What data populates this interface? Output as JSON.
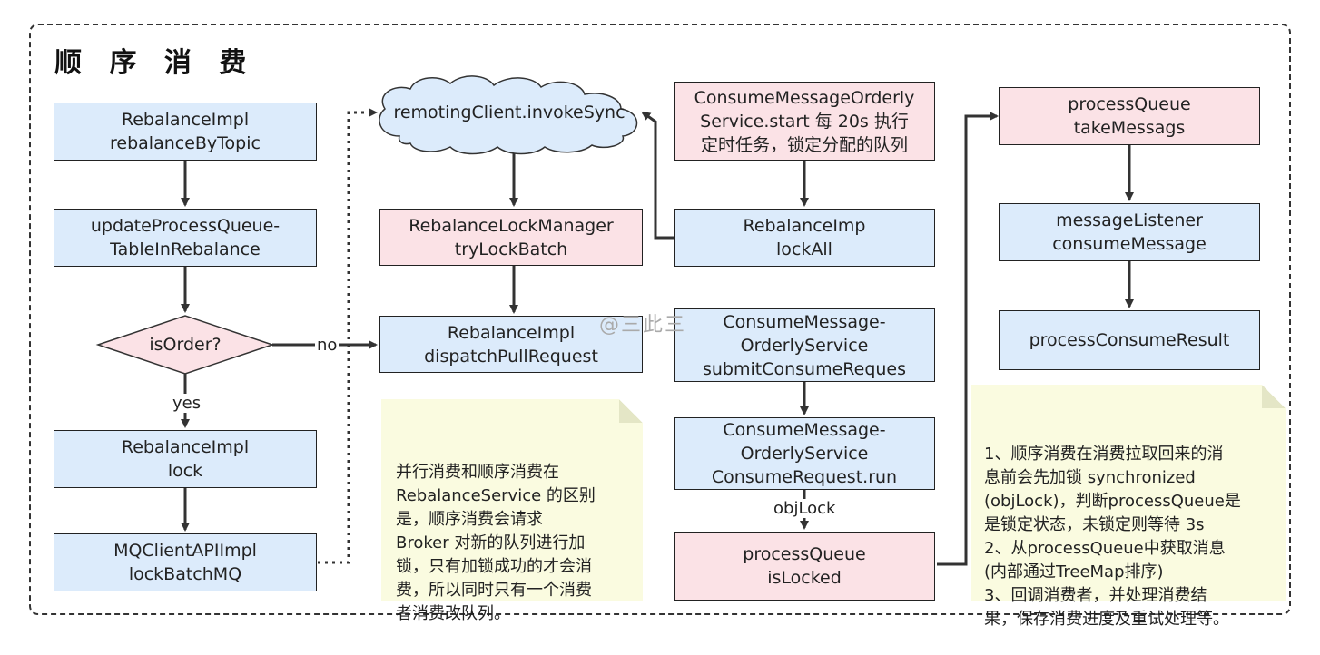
{
  "title": "顺 序 消 费",
  "nodes": {
    "rebalanceByTopic": "RebalanceImpl\nrebalanceByTopic",
    "updateProcessQueue": "updateProcessQueue-\nTableInRebalance",
    "isOrder": "isOrder?",
    "rebalanceLock": "RebalanceImpl\nlock",
    "lockBatchMQ": "MQClientAPIImpl\nlockBatchMQ",
    "invokeSync": "remotingClient.invokeSync",
    "tryLockBatch": "RebalanceLockManager\ntryLockBatch",
    "dispatchPull": "RebalanceImpl\ndispatchPullRequest",
    "serviceStart": "ConsumeMessageOrderly\nService.start 每 20s 执行\n定时任务，锁定分配的队列",
    "lockAll": "RebalanceImp\nlockAll",
    "submitConsume": "ConsumeMessage-\nOrderlyService\nsubmitConsumeReques",
    "consumeRequestRun": "ConsumeMessage-\nOrderlyService\nConsumeRequest.run",
    "isLocked": "processQueue\nisLocked",
    "takeMessags": "processQueue\ntakeMessags",
    "consumeMessage": "messageListener\nconsumeMessage",
    "processConsumeResult": "processConsumeResult"
  },
  "labels": {
    "no": "no",
    "yes": "yes",
    "objLock": "objLock"
  },
  "notes": {
    "left": "并行消费和顺序消费在\nRebalanceService 的区别\n是，顺序消费会请求\nBroker 对新的队列进行加\n锁，只有加锁成功的才会消\n费，所以同时只有一个消费\n者消费改队列。",
    "right": "1、顺序消费在消费拉取回来的消\n息前会先加锁 synchronized\n(objLock)，判断processQueue是\n是锁定状态，未锁定则等待 3s\n2、从processQueue中获取消息\n(内部通过TreeMap排序)\n3、回调消费者，并处理消费结\n果，保存消费进度及重试处理等。"
  },
  "watermark": "@三此三",
  "colors": {
    "blue_fill": "#dcebfb",
    "pink_fill": "#fbe2e6",
    "note_fill": "#fafbe0",
    "stroke": "#333333"
  }
}
